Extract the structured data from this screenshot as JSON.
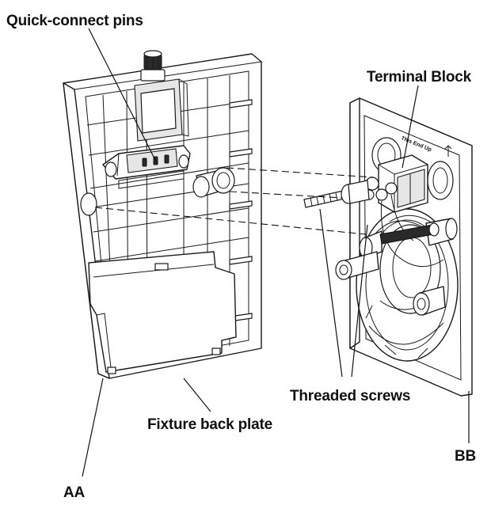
{
  "labels": {
    "quick_connect_pins": "Quick-connect pins",
    "terminal_block": "Terminal Block",
    "threaded_screws": "Threaded screws",
    "fixture_back_plate": "Fixture back plate",
    "aa": "AA",
    "bb": "BB"
  },
  "terminal_block_marking": "This End Up"
}
